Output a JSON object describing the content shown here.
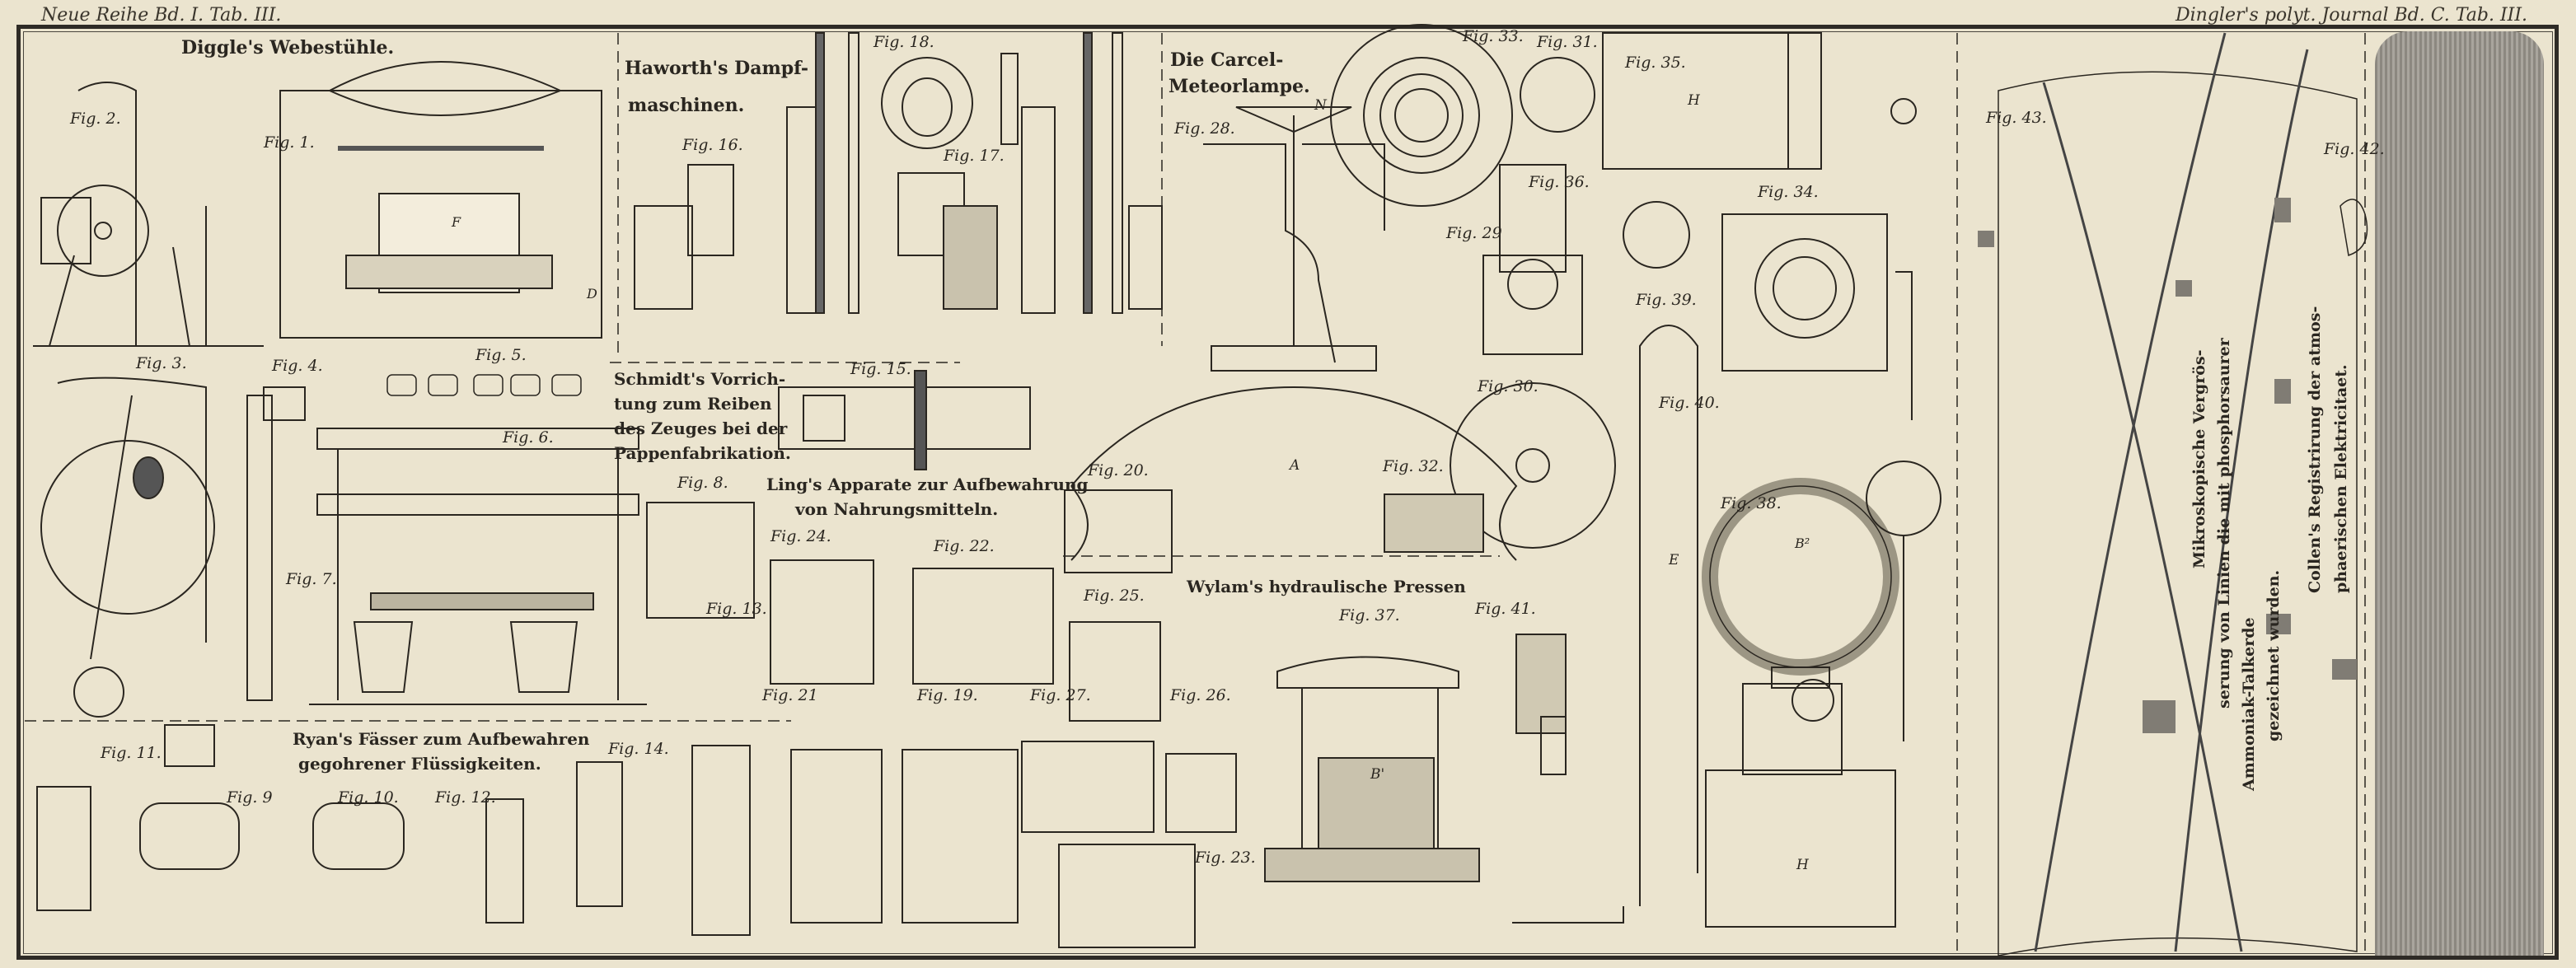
{
  "header": {
    "left": "Neue Reihe Bd. I. Tab. III.",
    "right": "Dingler's polyt. Journal Bd. C. Tab. III."
  },
  "sections": {
    "diggle": "Diggle's Webestühle.",
    "haworth_1": "Haworth's Dampf-",
    "haworth_2": "maschinen.",
    "carcel_1": "Die Carcel-",
    "carcel_2": "Meteorlampe.",
    "schmidt_1": "Schmidt's Vorrich-",
    "schmidt_2": "tung zum Reiben",
    "schmidt_3": "des Zeuges bei der",
    "schmidt_4": "Pappenfabrikation.",
    "ling_1": "Ling's Apparate zur Aufbewahrung",
    "ling_2": "von Nahrungsmitteln.",
    "ryan_1": "Ryan's Fässer zum Aufbewahren",
    "ryan_2": "gegohrener Flüssigkeiten.",
    "wylam": "Wylam's hydraulische Pressen",
    "mikro_1": "Mikroskopische Vergrös-",
    "mikro_2": "serung von Linien die mit phosphorsaurer",
    "mikro_3": "Ammoniak-Talkerde",
    "mikro_4": "gezeichnet wurden.",
    "collen_1": "Collen's Registrirung der atmos-",
    "collen_2": "phaerischen Elektricitaet."
  },
  "figures": {
    "f1": "Fig. 1.",
    "f2": "Fig. 2.",
    "f3": "Fig. 3.",
    "f4": "Fig. 4.",
    "f5": "Fig. 5.",
    "f6": "Fig. 6.",
    "f7": "Fig. 7.",
    "f8": "Fig. 8.",
    "f9": "Fig. 9",
    "f10": "Fig. 10.",
    "f11": "Fig. 11.",
    "f12": "Fig. 12.",
    "f13": "Fig. 13.",
    "f14": "Fig. 14.",
    "f15": "Fig. 15.",
    "f16": "Fig. 16.",
    "f17": "Fig. 17.",
    "f18": "Fig. 18.",
    "f19": "Fig. 19.",
    "f20": "Fig. 20.",
    "f21": "Fig. 21",
    "f22": "Fig. 22.",
    "f23": "Fig. 23.",
    "f24": "Fig. 24.",
    "f25": "Fig. 25.",
    "f26": "Fig. 26.",
    "f27": "Fig. 27.",
    "f28": "Fig. 28.",
    "f29": "Fig. 29",
    "f30": "Fig. 30.",
    "f31": "Fig. 31.",
    "f32": "Fig. 32.",
    "f33": "Fig. 33.",
    "f34": "Fig. 34.",
    "f35": "Fig. 35.",
    "f36": "Fig. 36.",
    "f37": "Fig. 37.",
    "f38": "Fig. 38.",
    "f39": "Fig. 39.",
    "f40": "Fig. 40.",
    "f41": "Fig. 41.",
    "f42": "Fig. 42.",
    "f43": "Fig. 43."
  },
  "part_labels": {
    "loom_F": "F",
    "loom_D": "D",
    "lamp_A": "A",
    "lamp_N": "N",
    "tank_H": "H",
    "pipe_E": "E",
    "press_B": "B'",
    "ring_B2": "B²",
    "tank35_H": "H"
  },
  "colors": {
    "paper": "#ebe4cf",
    "ink": "#2a2620",
    "hatch": "#8c8880"
  }
}
